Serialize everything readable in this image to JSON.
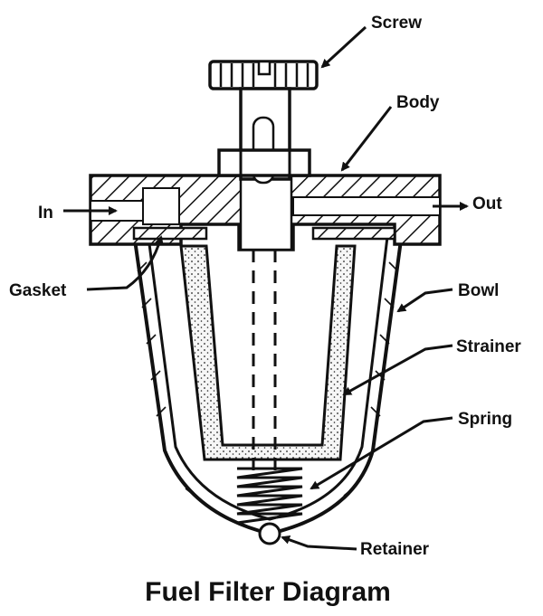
{
  "diagram": {
    "caption": "Fuel Filter Diagram",
    "labels": {
      "screw": "Screw",
      "body": "Body",
      "in": "In",
      "out": "Out",
      "gasket": "Gasket",
      "bowl": "Bowl",
      "strainer": "Strainer",
      "spring": "Spring",
      "retainer": "Retainer"
    },
    "colors": {
      "ink": "#111111",
      "paper": "#ffffff",
      "strainer_fill": "#f4f4f4"
    }
  }
}
